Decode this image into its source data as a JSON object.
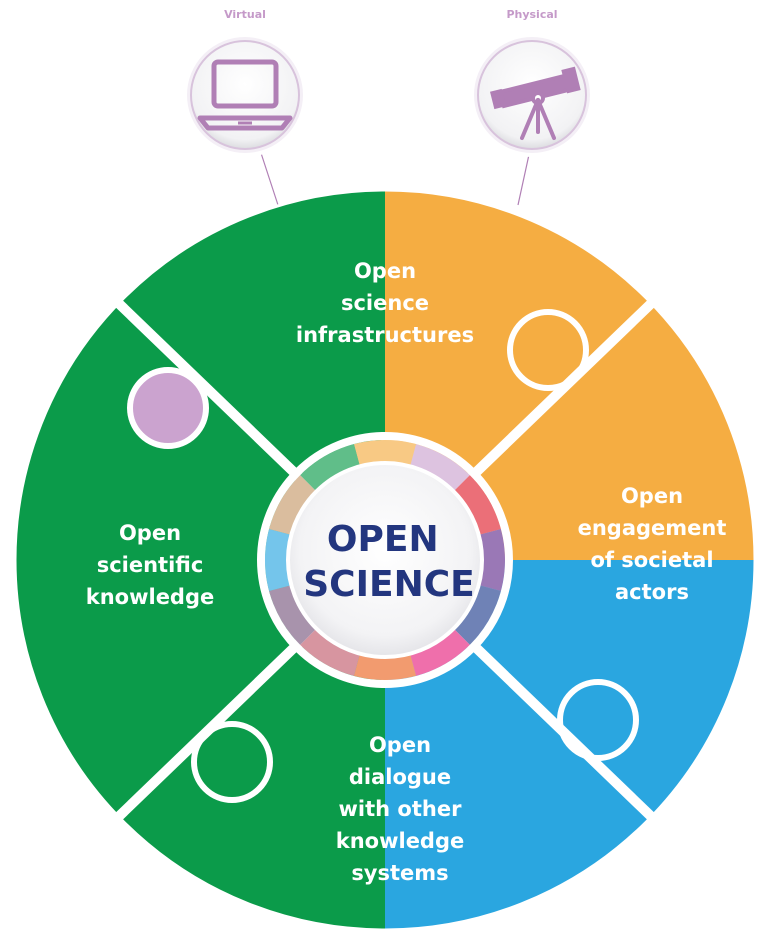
{
  "center": {
    "lines": [
      "OPEN",
      "SCIENCE"
    ],
    "text_color": "#23367f"
  },
  "infrastructure_icons": [
    {
      "label": "Virtual",
      "icon": "laptop-icon"
    },
    {
      "label": "Physical",
      "icon": "telescope-icon"
    }
  ],
  "pieces": [
    {
      "id": "infrastructures",
      "color": "#cba3cf",
      "lines": [
        "Open",
        "science",
        "infrastructures"
      ]
    },
    {
      "id": "engagement",
      "color": "#f5ad42",
      "lines": [
        "Open",
        "engagement",
        "of societal",
        "actors"
      ]
    },
    {
      "id": "dialogue",
      "color": "#2aa6e0",
      "lines": [
        "Open",
        "dialogue",
        "with other",
        "knowledge",
        "systems"
      ]
    },
    {
      "id": "knowledge",
      "color": "#0b9b4a",
      "lines": [
        "Open",
        "scientific",
        "knowledge"
      ]
    }
  ],
  "ring_colors": [
    "#f5ad42",
    "#cba3cf",
    "#e02230",
    "#64318f",
    "#22408f",
    "#e7237f",
    "#ec6622",
    "#c25c6e",
    "#7a5a80",
    "#2aa6e0",
    "#c69a6b",
    "#0b9b4a"
  ],
  "colors": {
    "icon_stroke": "#b07fb5",
    "connector": "#b07fb5"
  }
}
